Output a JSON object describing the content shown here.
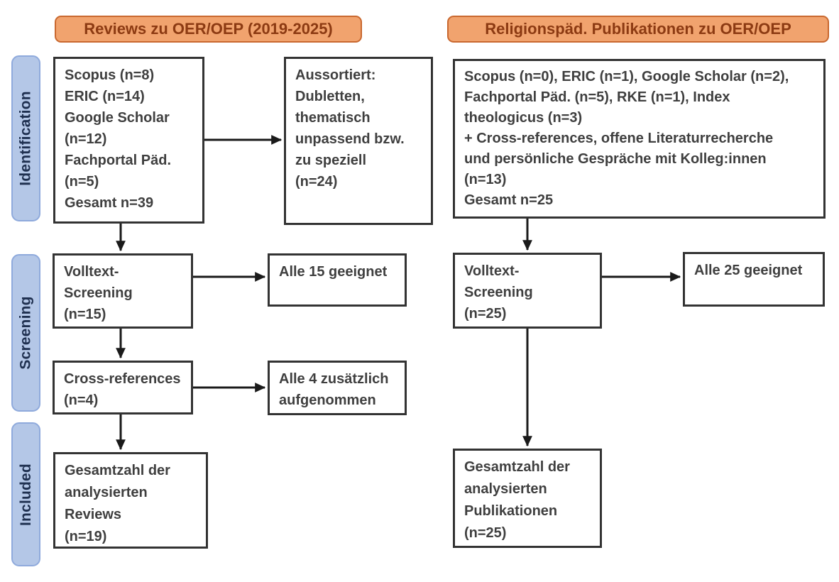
{
  "headers": {
    "left": "Reviews zu OER/OEP (2019-2025)",
    "right": "Religionspäd. Publikationen zu OER/OEP"
  },
  "sidebar": {
    "identification": "Identification",
    "screening": "Screening",
    "included": "Included"
  },
  "colors": {
    "header_fill": "#F1A36E",
    "header_border": "#C9682F",
    "header_text": "#8C3A12",
    "stage_fill": "#B4C7E7",
    "stage_border": "#8FAADC",
    "stage_text": "#1F3050",
    "box_border": "#333333",
    "box_text": "#3F3F3F",
    "arrow": "#1A1A1A"
  },
  "boxes": {
    "left_sources": {
      "lines": [
        "Scopus (n=8)",
        "ERIC (n=14)",
        "Google Scholar",
        "(n=12)",
        "Fachportal Päd.",
        "(n=5)",
        "Gesamt n=39"
      ]
    },
    "left_excluded": {
      "lines": [
        "Aussortiert:",
        "Dubletten,",
        "thematisch",
        "unpassend bzw.",
        "zu speziell",
        "(n=24)"
      ]
    },
    "right_sources": {
      "lines": [
        "Scopus (n=0), ERIC (n=1), Google Scholar (n=2),",
        "Fachportal Päd. (n=5), RKE (n=1), Index",
        "theologicus (n=3)",
        "+ Cross-references, offene Literaturrecherche",
        "und persönliche Gespräche mit Kolleg:innen",
        "(n=13)",
        "Gesamt n=25"
      ]
    },
    "left_fulltext": {
      "lines": [
        "Volltext-",
        "Screening",
        "(n=15)"
      ]
    },
    "left_eligible": {
      "lines": [
        "Alle 15 geeignet"
      ]
    },
    "left_crossref": {
      "lines": [
        "Cross-references",
        "(n=4)"
      ]
    },
    "left_added": {
      "lines": [
        "Alle 4 zusätzlich",
        "aufgenommen"
      ]
    },
    "left_total": {
      "lines": [
        "Gesamtzahl der",
        "analysierten",
        "Reviews",
        "(n=19)"
      ]
    },
    "right_fulltext": {
      "lines": [
        "Volltext-",
        "Screening",
        "(n=25)"
      ]
    },
    "right_eligible": {
      "lines": [
        "Alle 25 geeignet"
      ]
    },
    "right_total": {
      "lines": [
        "Gesamtzahl der",
        "analysierten",
        "Publikationen",
        "(n=25)"
      ]
    }
  }
}
